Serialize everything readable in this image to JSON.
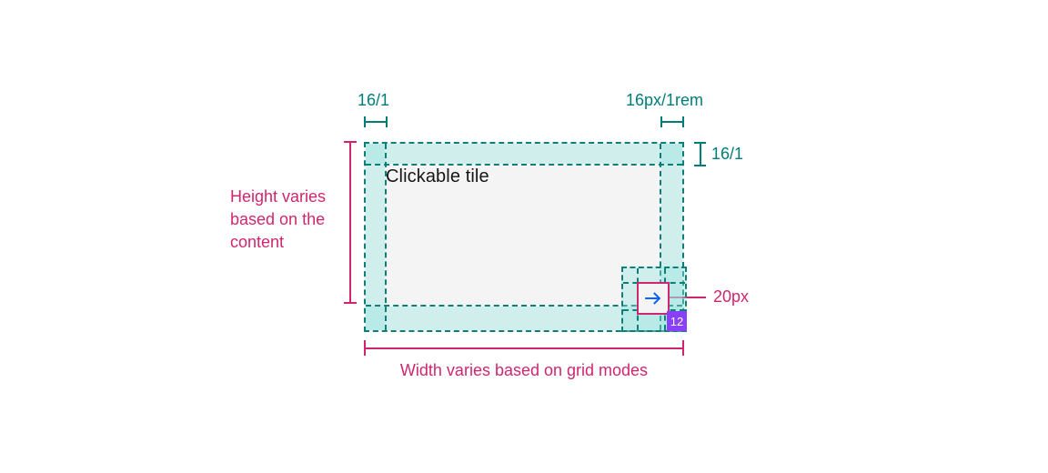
{
  "tile": {
    "label": "Clickable tile",
    "badge": "12",
    "icon": "arrow-right-icon"
  },
  "annotations": {
    "padding_top_left": "16/1",
    "padding_top_right": "16px/1rem",
    "padding_right": "16/1",
    "icon_box_size": "20px",
    "height_note_lines": [
      "Height varies",
      "based on the",
      "content"
    ],
    "width_note": "Width varies based on grid modes"
  },
  "colors": {
    "page_bg": "#ffffff",
    "tile_bg": "#f4f4f4",
    "text": "#161616",
    "teal_text": "#007d79",
    "teal_dash": "#0e7e79",
    "teal_fill": "rgba(150,230,224,0.38)",
    "magenta": "#d02670",
    "purple": "#8a3ffc",
    "blue": "#0f62fe"
  }
}
